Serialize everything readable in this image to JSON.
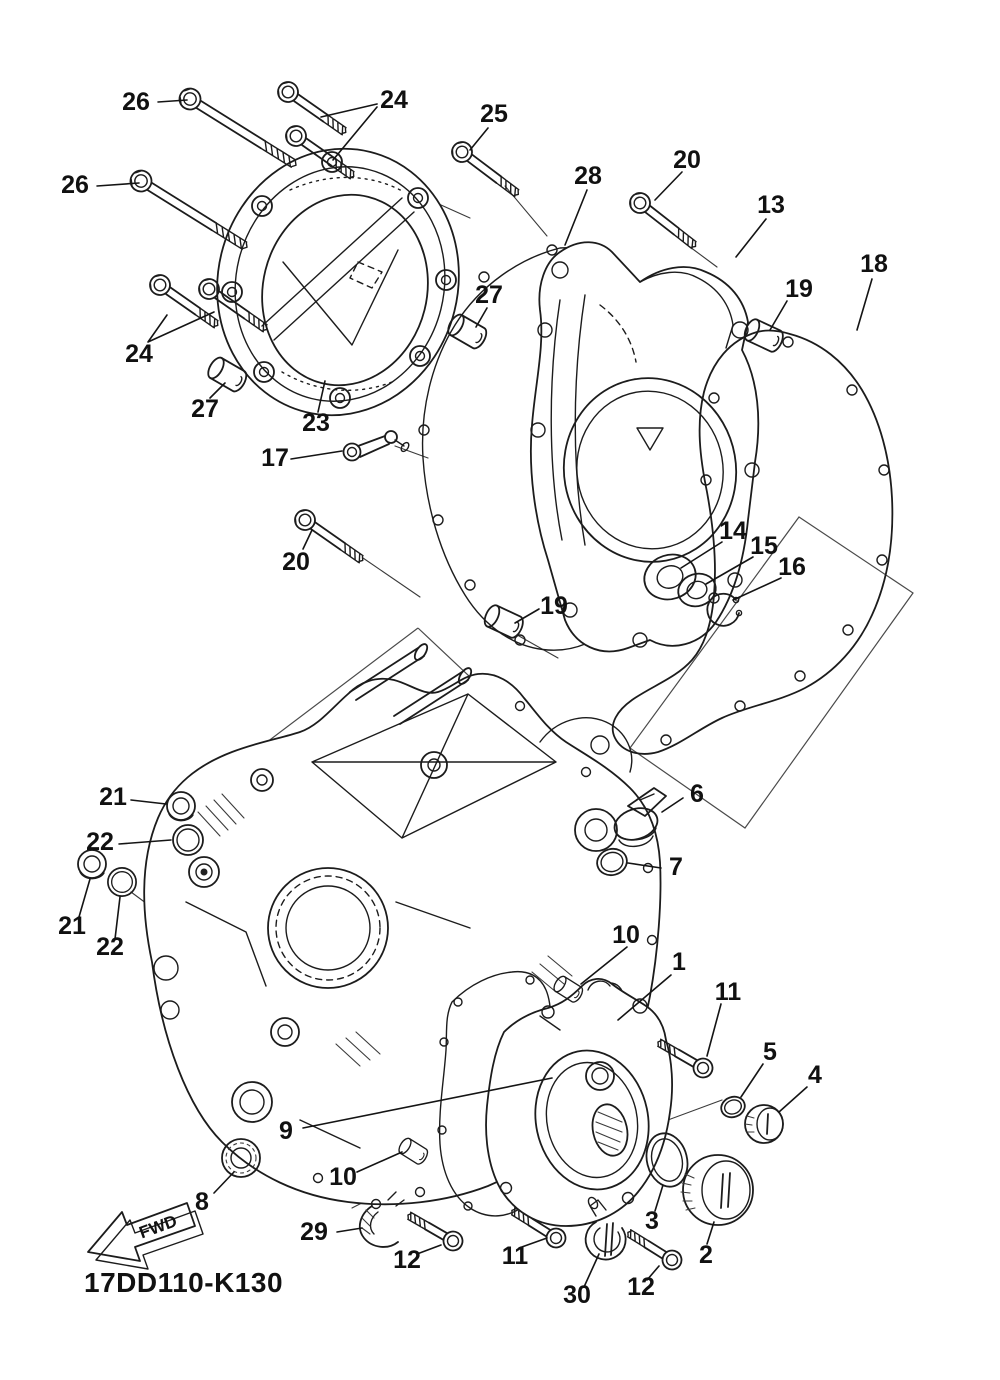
{
  "diagram": {
    "code": "17DD110-K130",
    "fwd_label": "FWD",
    "callouts": [
      {
        "part": "26"
      },
      {
        "part": "24"
      },
      {
        "part": "25"
      },
      {
        "part": "26"
      },
      {
        "part": "28"
      },
      {
        "part": "20"
      },
      {
        "part": "13"
      },
      {
        "part": "19"
      },
      {
        "part": "18"
      },
      {
        "part": "27"
      },
      {
        "part": "24"
      },
      {
        "part": "27"
      },
      {
        "part": "23"
      },
      {
        "part": "17"
      },
      {
        "part": "20"
      },
      {
        "part": "19"
      },
      {
        "part": "14"
      },
      {
        "part": "15"
      },
      {
        "part": "16"
      },
      {
        "part": "21"
      },
      {
        "part": "22"
      },
      {
        "part": "21"
      },
      {
        "part": "22"
      },
      {
        "part": "6"
      },
      {
        "part": "7"
      },
      {
        "part": "10"
      },
      {
        "part": "1"
      },
      {
        "part": "11"
      },
      {
        "part": "5"
      },
      {
        "part": "4"
      },
      {
        "part": "9"
      },
      {
        "part": "8"
      },
      {
        "part": "10"
      },
      {
        "part": "29"
      },
      {
        "part": "12"
      },
      {
        "part": "11"
      },
      {
        "part": "30"
      },
      {
        "part": "12"
      },
      {
        "part": "3"
      },
      {
        "part": "2"
      }
    ]
  }
}
